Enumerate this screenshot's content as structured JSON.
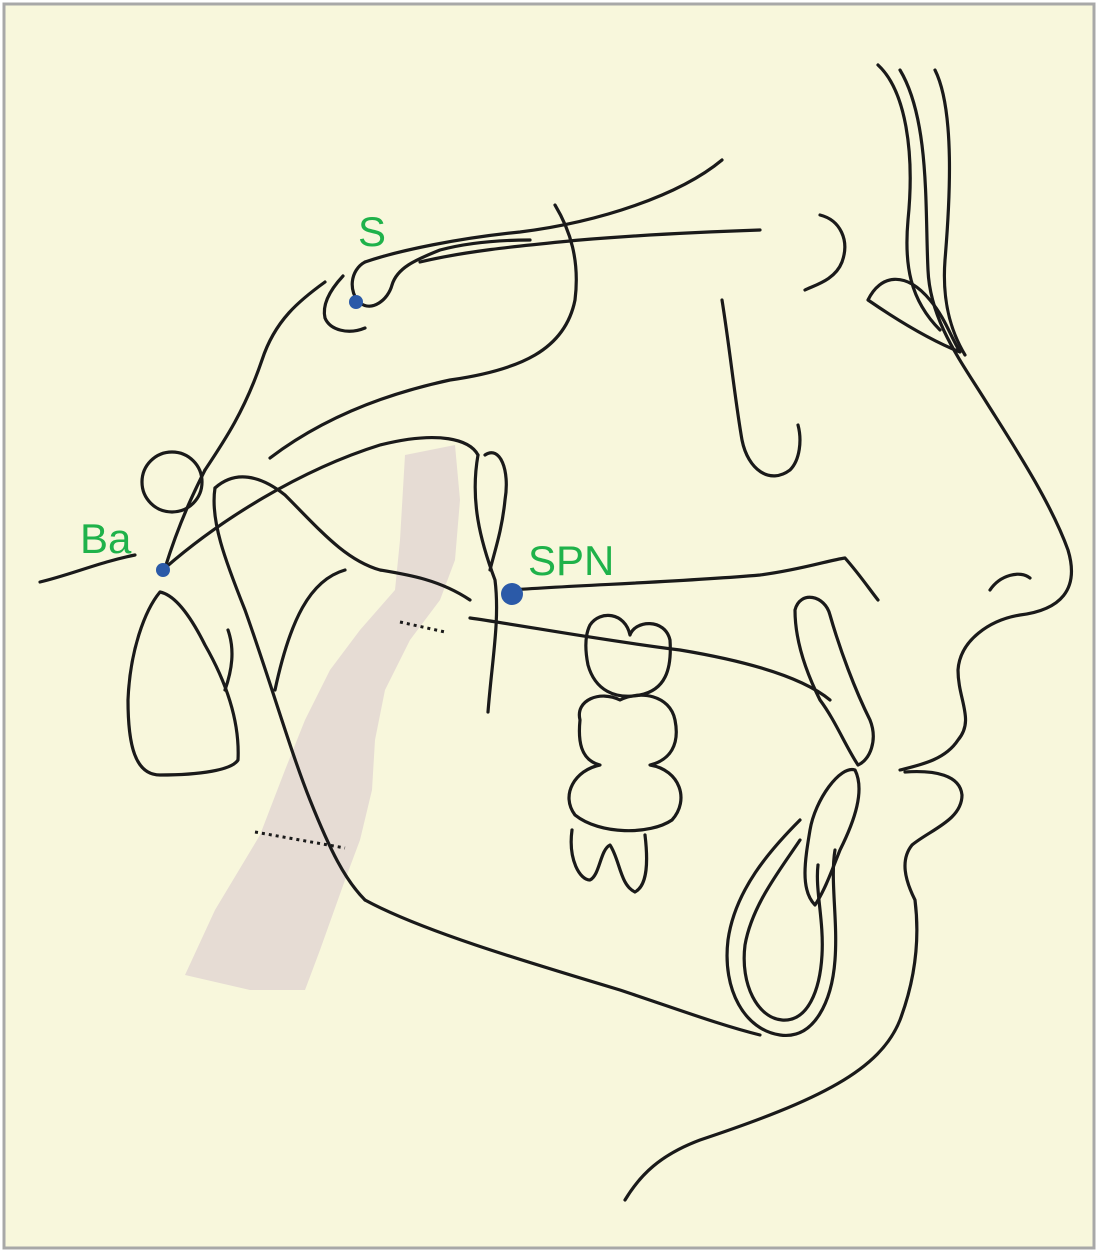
{
  "colors": {
    "background": "#f8f7dc",
    "border": "#a8a8a8",
    "airway_shading": "#e6dcd4",
    "line": "#1a1a1a",
    "landmark_point": "#2b5aa8",
    "landmark_label": "#1fb24a"
  },
  "landmarks": {
    "sella": {
      "label": "S"
    },
    "basion": {
      "label": "Ba"
    },
    "posterior_nasal_spine": {
      "label": "SPN"
    }
  }
}
